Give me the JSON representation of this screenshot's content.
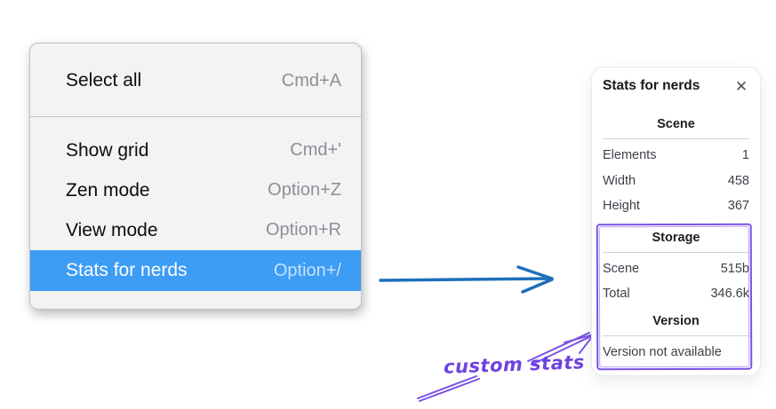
{
  "context_menu": {
    "items": [
      {
        "label": "Select all",
        "shortcut": "Cmd+A",
        "highlighted": false
      },
      {
        "label": "Show grid",
        "shortcut": "Cmd+'",
        "highlighted": false
      },
      {
        "label": "Zen mode",
        "shortcut": "Option+Z",
        "highlighted": false
      },
      {
        "label": "View mode",
        "shortcut": "Option+R",
        "highlighted": false
      },
      {
        "label": "Stats for nerds",
        "shortcut": "Option+/",
        "highlighted": true
      }
    ]
  },
  "stats_panel": {
    "title": "Stats for nerds",
    "close_icon": "✕",
    "sections": [
      {
        "header": "Scene",
        "rows": [
          {
            "label": "Elements",
            "value": "1"
          },
          {
            "label": "Width",
            "value": "458"
          },
          {
            "label": "Height",
            "value": "367"
          }
        ]
      },
      {
        "header": "Storage",
        "rows": [
          {
            "label": "Scene",
            "value": "515b"
          },
          {
            "label": "Total",
            "value": "346.6k"
          }
        ]
      },
      {
        "header": "Version",
        "note": "Version not available"
      }
    ]
  },
  "annotations": {
    "custom_stats_label": "custom stats"
  },
  "colors": {
    "menu_highlight": "#3d9cf4",
    "blue_arrow": "#1e6fba",
    "annotation_purple": "#7a52e8"
  }
}
